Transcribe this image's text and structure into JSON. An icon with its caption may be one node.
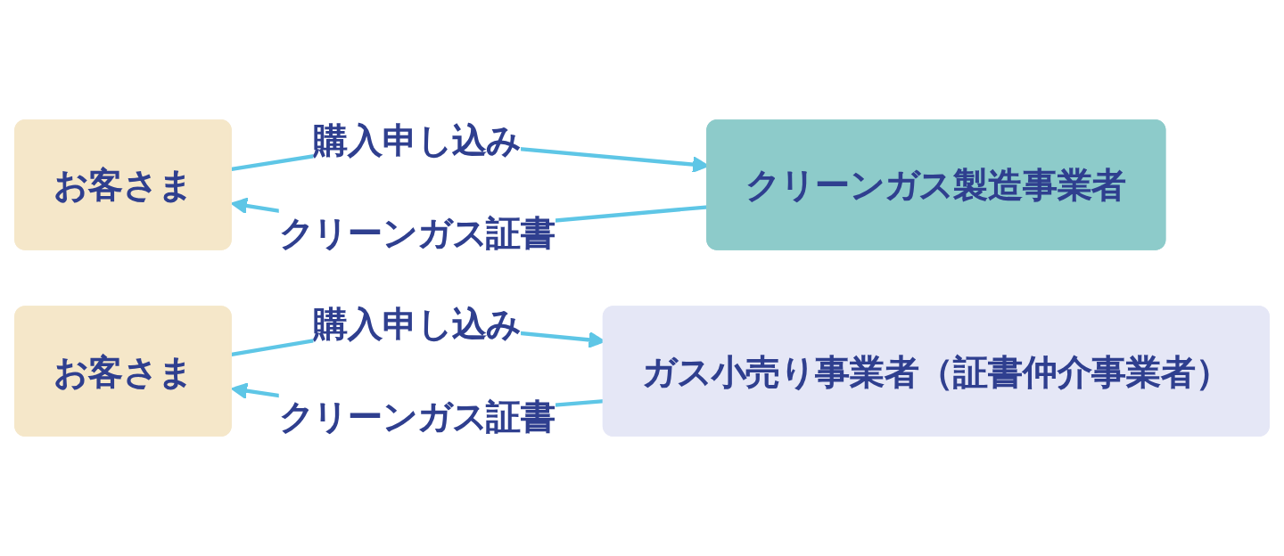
{
  "diagram": {
    "nodes": [
      {
        "text": [
          "お客さま"
        ]
      },
      {
        "text": [
          "クリーンガス製造事業者"
        ]
      },
      {
        "text": [
          "お客さま"
        ]
      },
      {
        "text": [
          "ガス小売り事業者（証書仲介事業者）"
        ]
      }
    ],
    "edges": [
      {
        "from": 0,
        "to": 1,
        "arrow": "to",
        "label": "購入申し込み"
      },
      {
        "from": 1,
        "to": 0,
        "arrow": "to",
        "label": "クリーンガス証書"
      },
      {
        "from": 2,
        "to": 3,
        "arrow": "to",
        "label": "購入申し込み"
      },
      {
        "from": 3,
        "to": 2,
        "arrow": "to",
        "label": "クリーンガス証書"
      }
    ]
  }
}
